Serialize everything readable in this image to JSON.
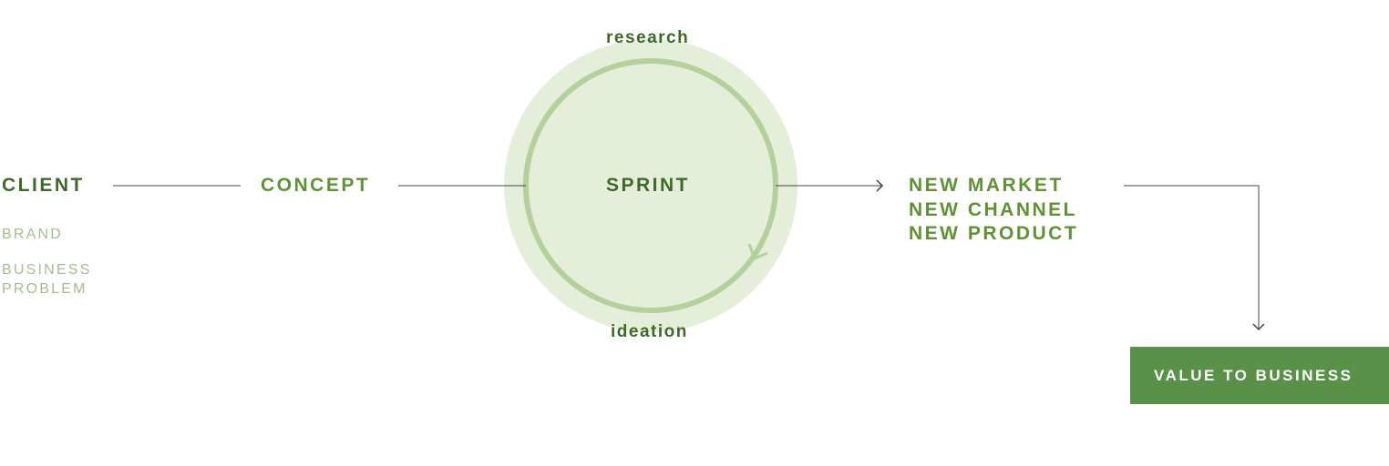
{
  "client": {
    "title": "CLIENT",
    "detail_brand": "BRAND",
    "detail_problem_line1": "BUSINESS",
    "detail_problem_line2": "PROBLEM"
  },
  "concept": {
    "title": "CONCEPT"
  },
  "sprint": {
    "title": "SPRINT",
    "cycle_top_label": "research",
    "cycle_bottom_label": "ideation"
  },
  "outcomes": {
    "items": [
      "NEW MARKET",
      "NEW CHANNEL",
      "NEW PRODUCT"
    ]
  },
  "result": {
    "label": "VALUE TO BUSINESS"
  },
  "colors": {
    "dark_green": "#3e6a28",
    "mid_green": "#5e9332",
    "light_green": "#a3be8c",
    "circle_fill": "#e4eed9",
    "ring": "#b3d19a",
    "box_fill": "#5a9148",
    "connector": "#444444"
  }
}
